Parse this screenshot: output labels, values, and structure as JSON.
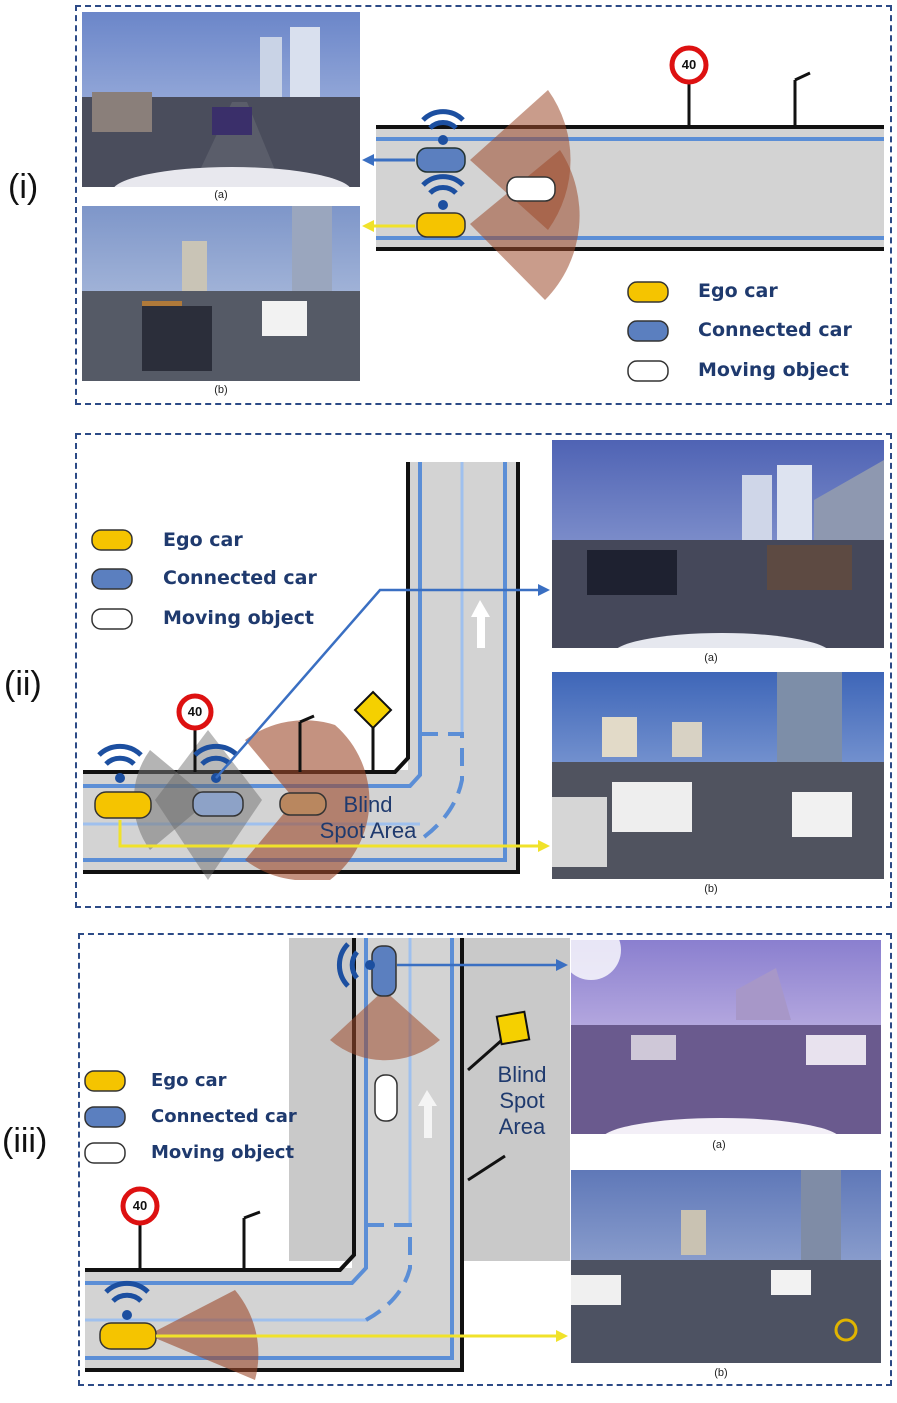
{
  "panels": [
    {
      "label": "(i)"
    },
    {
      "label": "(ii)"
    },
    {
      "label": "(iii)"
    }
  ],
  "captions": {
    "a": "(a)",
    "b": "(b)"
  },
  "legend": {
    "ego": "Ego car",
    "connected": "Connected car",
    "moving": "Moving object"
  },
  "speed_sign": "40",
  "blind_spot_ii": "Blind Spot Area",
  "blind_spot_iii": [
    "Blind",
    "Spot",
    "Area"
  ],
  "colors": {
    "ego": "#f5c400",
    "connected": "#5b7fbf",
    "moving": "#ffffff",
    "road": "#d3d3d3",
    "lane": "#5b8ed6",
    "sensor_cone": "#9c4a2c",
    "arrow_blue": "#3a6fc2",
    "arrow_yellow": "#f0e22a",
    "frame": "#2c4a86"
  }
}
